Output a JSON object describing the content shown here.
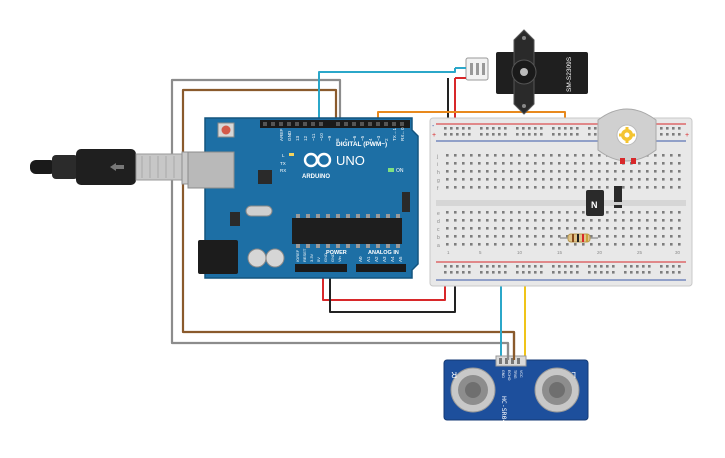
{
  "circuit": {
    "arduino": {
      "brand_text": "ARDUINO",
      "model_text": "UNO",
      "digital_header_label": "DIGITAL (PWM~)",
      "power_label": "POWER",
      "analog_label": "ANALOG IN",
      "on_label": "ON",
      "aref_label": "AREF",
      "gnd_label": "GND",
      "tx_label": "TX",
      "rx_label": "RX",
      "l_label": "L",
      "digital_pins": [
        "13",
        "12",
        "~11",
        "~10",
        "~9",
        "8",
        "7",
        "~6",
        "~5",
        "4",
        "~3",
        "2",
        "TX→1",
        "RX←0"
      ],
      "power_pins": [
        "IOREF",
        "RESET",
        "3.3V",
        "5V",
        "GND",
        "GND",
        "Vin"
      ],
      "analog_pins": [
        "A0",
        "A1",
        "A2",
        "A3",
        "A4",
        "A5"
      ],
      "board_color": "#1d6fa5"
    },
    "servo": {
      "model_label": "SM-S2309S"
    },
    "transistor": {
      "label": "N"
    },
    "ultrasonic_sensor": {
      "model_label": "HC-SR04",
      "left_mark": "R",
      "right_mark": "L",
      "pin_labels": [
        "VCC",
        "TRIG",
        "ECHO",
        "GND"
      ]
    },
    "breadboard": {
      "row_letters_top": [
        "j",
        "i",
        "h",
        "g",
        "f"
      ],
      "row_letters_bottom": [
        "e",
        "d",
        "c",
        "b",
        "a"
      ],
      "column_numbers": [
        "1",
        "5",
        "10",
        "15",
        "20",
        "25",
        "30"
      ],
      "plus_label": "+",
      "minus_label": "-"
    },
    "wire_colors": {
      "red": "#d8282a",
      "black": "#222222",
      "orange": "#e8891d",
      "teal": "#2ba7c9",
      "yellow": "#f0c419",
      "brown": "#8a5a2c",
      "gray": "#8c8c8c"
    }
  }
}
